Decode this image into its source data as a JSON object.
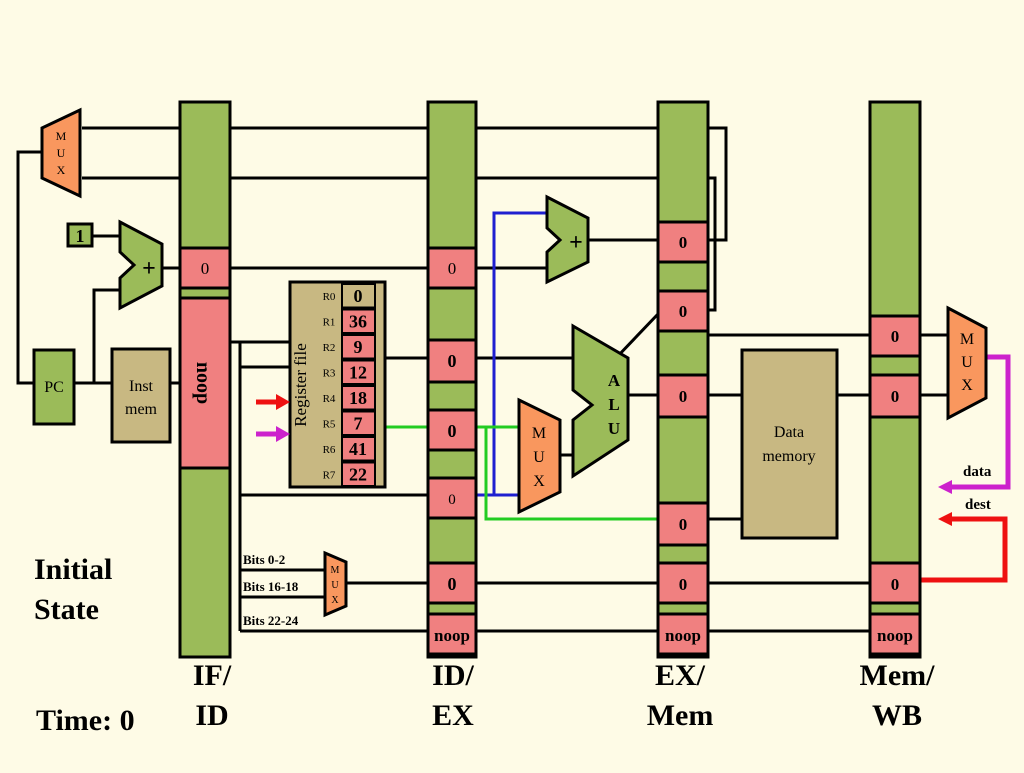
{
  "colors": {
    "background": "#fefbe6",
    "pipeline_register": "#9bbb59",
    "latch_value": "#f08080",
    "mux": "#f9975e",
    "adder_alu": "#9bbb59",
    "memory_box": "#c8b882",
    "wire": "#000000",
    "bypass_blue": "#1f1fd0",
    "forward_green": "#22cc22",
    "data_purple": "#cc22cc",
    "dest_red": "#ee1111"
  },
  "labels": {
    "mux_letters": [
      "M",
      "U",
      "X"
    ],
    "alu_letters": [
      "A",
      "L",
      "U"
    ],
    "constant_one": "1",
    "plus": "+",
    "pc": "PC",
    "inst_mem_line1": "Inst",
    "inst_mem_line2": "mem",
    "data_mem_line1": "Data",
    "data_mem_line2": "memory",
    "register_file": "Register file",
    "data_in": "data",
    "dest_in": "dest",
    "bits_0_2": "Bits 0-2",
    "bits_16_18": "Bits 16-18",
    "bits_22_24": "Bits 22-24"
  },
  "registers": [
    {
      "name": "R0",
      "value": "0"
    },
    {
      "name": "R1",
      "value": "36"
    },
    {
      "name": "R2",
      "value": "9"
    },
    {
      "name": "R3",
      "value": "12"
    },
    {
      "name": "R4",
      "value": "18"
    },
    {
      "name": "R5",
      "value": "7"
    },
    {
      "name": "R6",
      "value": "41"
    },
    {
      "name": "R7",
      "value": "22"
    }
  ],
  "if_id": {
    "pc_plus_1": "0",
    "instruction": "noop",
    "label_line1": "IF/",
    "label_line2": "ID"
  },
  "id_ex": {
    "pc_plus_1": "0",
    "reg_a": "0",
    "reg_b": "0",
    "offset": "0",
    "dest": "0",
    "opcode": "noop",
    "label_line1": "ID/",
    "label_line2": "EX"
  },
  "ex_mem": {
    "target": "0",
    "zero_flag": "0",
    "alu_result": "0",
    "reg_b": "0",
    "dest": "0",
    "opcode": "noop",
    "label_line1": "EX/",
    "label_line2": "Mem"
  },
  "mem_wb": {
    "mem_data": "0",
    "alu_result": "0",
    "dest": "0",
    "opcode": "noop",
    "label_line1": "Mem/",
    "label_line2": "WB"
  },
  "status": {
    "state_line1": "Initial",
    "state_line2": "State",
    "time": "Time: 0"
  }
}
